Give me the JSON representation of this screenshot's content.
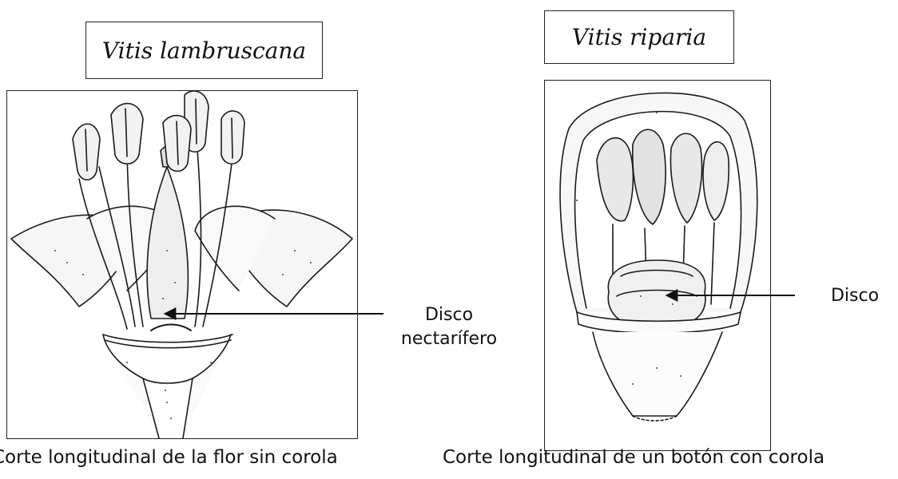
{
  "figure": {
    "left": {
      "species": "Vitis lambruscana",
      "label_line1": "Disco",
      "label_line2": "nectarífero",
      "caption": "Corte longitudinal de la flor sin corola"
    },
    "right": {
      "species": "Vitis riparia",
      "label": "Disco",
      "caption": "Corte longitudinal de un botón con corola"
    }
  },
  "colors": {
    "ink": "#1a1a1a",
    "paper": "#ffffff"
  }
}
